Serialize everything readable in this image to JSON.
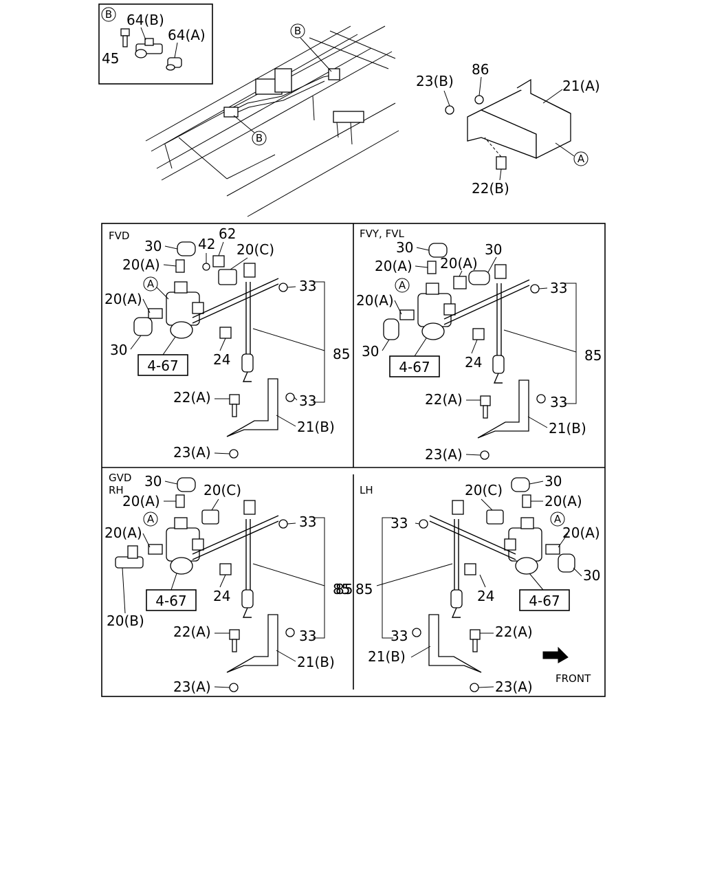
{
  "inset_b": {
    "marker": "B",
    "labels": [
      "64(B)",
      "64(A)",
      "45"
    ]
  },
  "chassis": {
    "callouts": [
      "B",
      "B"
    ]
  },
  "bracket_detail": {
    "labels": [
      "23(B)",
      "86",
      "21(A)",
      "22(B)"
    ],
    "marker": "A"
  },
  "panels": [
    {
      "title": "FVD",
      "labels": [
        "30",
        "42",
        "62",
        "20(A)",
        "20(C)",
        "20(A)",
        "30",
        "33",
        "85",
        "24",
        "22(A)",
        "33",
        "21(B)",
        "23(A)"
      ],
      "marker": "A",
      "ref_box": "4-67"
    },
    {
      "title": "FVY, FVL",
      "labels": [
        "30",
        "30",
        "20(A)",
        "20(A)",
        "20(A)",
        "30",
        "33",
        "85",
        "24",
        "22(A)",
        "33",
        "21(B)",
        "23(A)"
      ],
      "marker": "A",
      "ref_box": "4-67"
    },
    {
      "title": "GVD",
      "subtitle": "RH",
      "labels": [
        "30",
        "20(C)",
        "20(A)",
        "20(A)",
        "20(B)",
        "33",
        "85",
        "24",
        "22(A)",
        "33",
        "21(B)",
        "23(A)"
      ],
      "marker": "A",
      "ref_box": "4-67"
    },
    {
      "title": "LH",
      "labels": [
        "30",
        "20(C)",
        "20(A)",
        "20(A)",
        "30",
        "33",
        "85",
        "85",
        "24",
        "33",
        "22(A)",
        "21(B)",
        "23(A)"
      ],
      "marker": "A",
      "ref_box": "4-67",
      "front_label": "FRONT"
    }
  ]
}
